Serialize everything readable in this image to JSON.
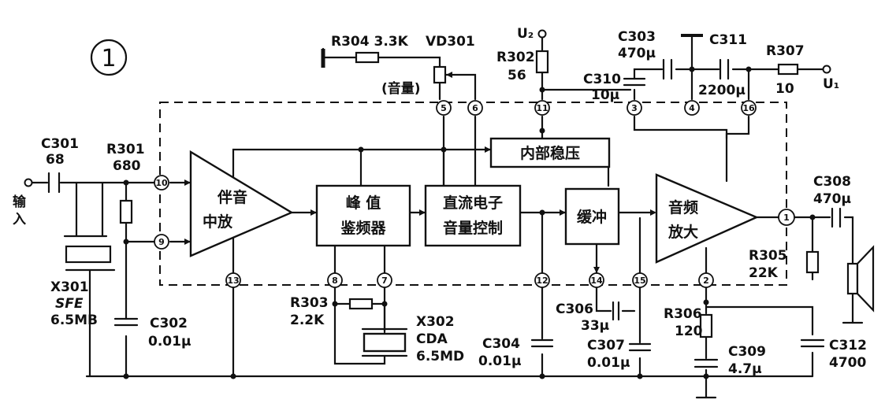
{
  "figure_number": "1",
  "blocks": {
    "if_amp": [
      "伴音",
      "中放"
    ],
    "discriminator": [
      "峰  值",
      "鉴频器"
    ],
    "dc_volume": [
      "直流电子",
      "音量控制"
    ],
    "regulator": "内部稳压",
    "buffer": "缓冲",
    "audio_amp": [
      "音频",
      "放大"
    ]
  },
  "pins": {
    "p1": "1",
    "p2": "2",
    "p3": "3",
    "p4": "4",
    "p5": "5",
    "p6": "6",
    "p7": "7",
    "p8": "8",
    "p9": "9",
    "p10": "10",
    "p11": "11",
    "p12": "12",
    "p13": "13",
    "p14": "14",
    "p15": "15",
    "p16": "16"
  },
  "components": {
    "c301": {
      "ref": "C301",
      "value": "68"
    },
    "r301": {
      "ref": "R301",
      "value": "680"
    },
    "x301": {
      "ref": "X301",
      "type": "SFE",
      "value": "6.5MB"
    },
    "c302": {
      "ref": "C302",
      "value": "0.01μ"
    },
    "r303": {
      "ref": "R303",
      "value": "2.2K"
    },
    "x302": {
      "ref": "X302",
      "type": "CDA",
      "value": "6.5MD"
    },
    "c304": {
      "ref": "C304",
      "value": "0.01μ"
    },
    "c306": {
      "ref": "C306",
      "value": "33μ"
    },
    "c307": {
      "ref": "C307",
      "value": "0.01μ"
    },
    "r306": {
      "ref": "R306",
      "value": "120"
    },
    "c309": {
      "ref": "C309",
      "value": "4.7μ"
    },
    "c312": {
      "ref": "C312",
      "value": "4700"
    },
    "r305": {
      "ref": "R305",
      "value": "22K"
    },
    "c308": {
      "ref": "C308",
      "value": "470μ"
    },
    "r304": {
      "ref": "R304",
      "value": "3.3K"
    },
    "vd301": {
      "ref": "VD301"
    },
    "r302": {
      "ref": "R302",
      "value": "56"
    },
    "c310": {
      "ref": "C310",
      "value": "10μ"
    },
    "c303": {
      "ref": "C303",
      "value": "470μ"
    },
    "c311": {
      "ref": "C311",
      "value": "2200μ"
    },
    "r307": {
      "ref": "R307",
      "value": "10"
    }
  },
  "labels": {
    "input": "输入",
    "volume": "(音量)",
    "u1": "U₁",
    "u2": "U₂"
  }
}
